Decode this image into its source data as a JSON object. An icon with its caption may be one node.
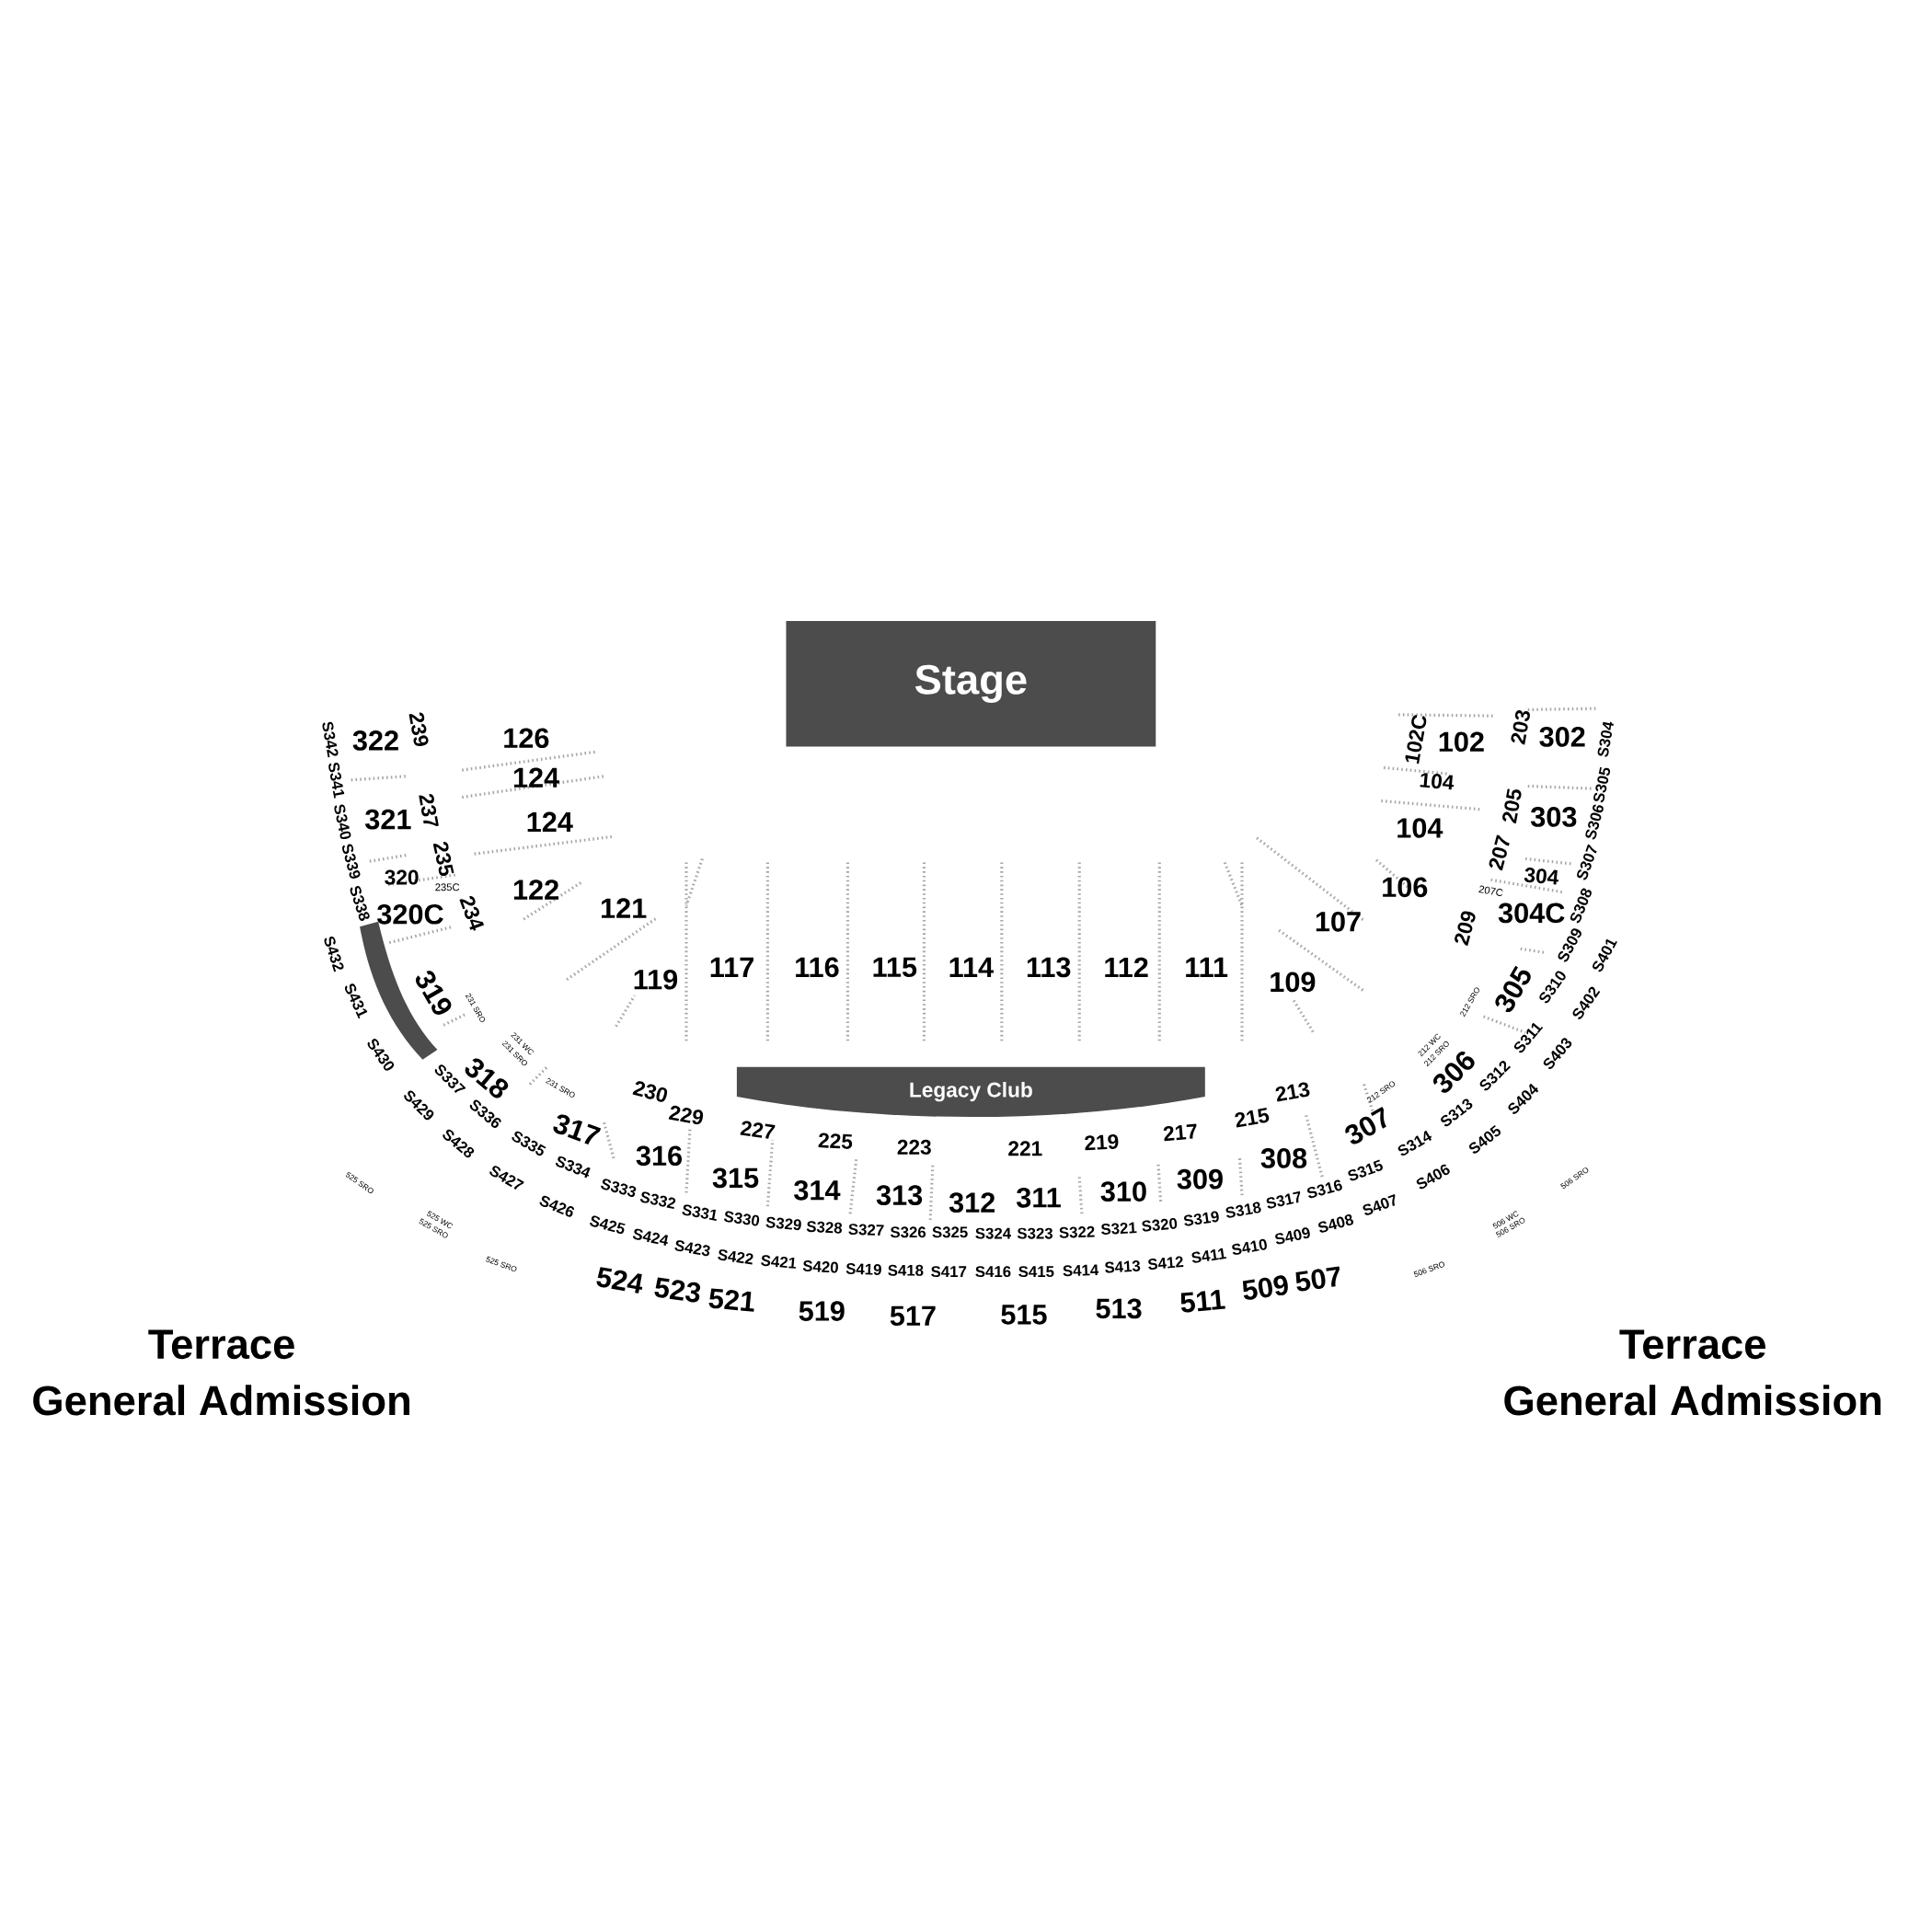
{
  "diagram": {
    "nodes": [
      {
        "text": [
          "Stage"
        ]
      },
      {
        "text": [
          "Legacy Club"
        ]
      },
      {
        "text": [],
        "shape": "bar"
      }
    ],
    "labels": [
      "S342",
      "S341",
      "S340",
      "S339",
      "S338",
      "322",
      "239",
      "321",
      "237",
      "320",
      "235",
      "235C",
      "320C",
      "234",
      "126",
      "124",
      "124",
      "122",
      "121",
      "119",
      "117",
      "116",
      "115",
      "114",
      "113",
      "112",
      "111",
      "109",
      "107",
      "106",
      "104",
      "104",
      "102C",
      "102",
      "203",
      "302",
      "S304",
      "S305",
      "S306",
      "S307",
      "S308",
      "205",
      "303",
      "207",
      "304",
      "207C",
      "304C",
      "209",
      "212 SRO",
      "305",
      "S310",
      "S309",
      "S402",
      "S401",
      "212 WC",
      "212 SRO",
      "306",
      "S312",
      "S311",
      "S404",
      "S403",
      "307",
      "212 SRO",
      "S314",
      "S406",
      "S313",
      "S405",
      "S315",
      "S407",
      "S316",
      "S408",
      "S317",
      "S409",
      "S318",
      "S410",
      "S319",
      "S411",
      "S320",
      "S412",
      "S321",
      "S413",
      "S322",
      "S414",
      "S323",
      "S415",
      "S324",
      "S416",
      "S325",
      "S417",
      "S326",
      "S418",
      "S327",
      "S419",
      "S328",
      "S420",
      "S329",
      "S421",
      "S330",
      "S422",
      "S331",
      "S423",
      "S332",
      "S424",
      "S333",
      "S425",
      "S334",
      "S426",
      "S335",
      "S427",
      "S336",
      "S428",
      "S337",
      "S429",
      "S430",
      "S431",
      "S432",
      "318",
      "319",
      "317",
      "316",
      "315",
      "314",
      "313",
      "312",
      "311",
      "310",
      "309",
      "308",
      "230",
      "229",
      "227",
      "225",
      "223",
      "221",
      "219",
      "217",
      "215",
      "213",
      "231 SRO",
      "231 WC",
      "231 SRO",
      "231 SRO",
      "525 SRO",
      "525 WC",
      "525 SRO",
      "525 SRO",
      "506 SRO",
      "506 WC",
      "506 SRO",
      "506 SRO",
      "524",
      "523",
      "521",
      "519",
      "517",
      "515",
      "513",
      "511",
      "509",
      "507",
      "Terrace General Admission",
      "Terrace General Admission"
    ]
  }
}
